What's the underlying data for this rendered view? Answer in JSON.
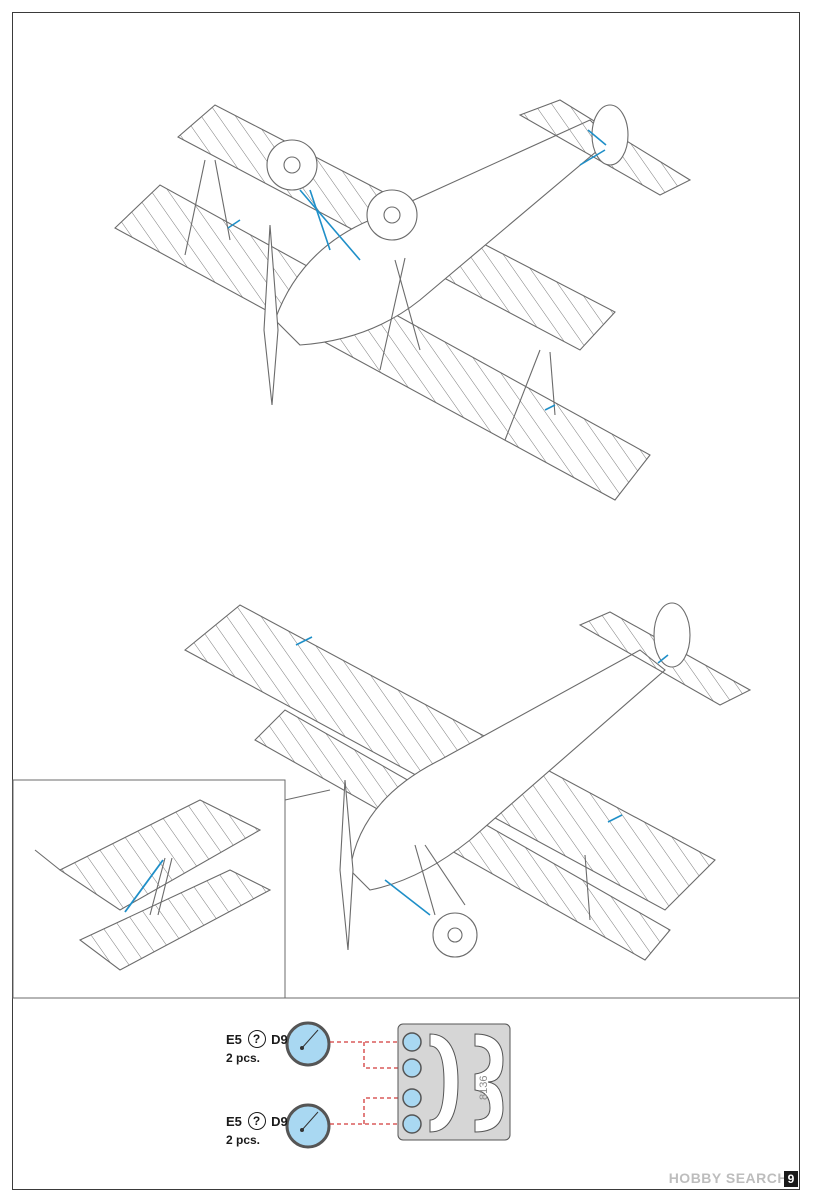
{
  "mask_groups": [
    {
      "parts": "E5",
      "alt_part": "D9",
      "quantity": "2 pcs.",
      "help_glyph": "?"
    },
    {
      "parts": "E5",
      "alt_part": "D9",
      "quantity": "2 pcs.",
      "help_glyph": "?"
    }
  ],
  "fret": {
    "number": "8136"
  },
  "watermark": "HOBBY SEARCH",
  "page_number": "9",
  "colors": {
    "line_art": "#6b6b6b",
    "part_highlight": "#1f8fc8",
    "mask_fill": "#a9d8f2",
    "mask_ring": "#555555",
    "leader_dash": "#d23a3a",
    "fret_fill": "#d6d6d6"
  }
}
